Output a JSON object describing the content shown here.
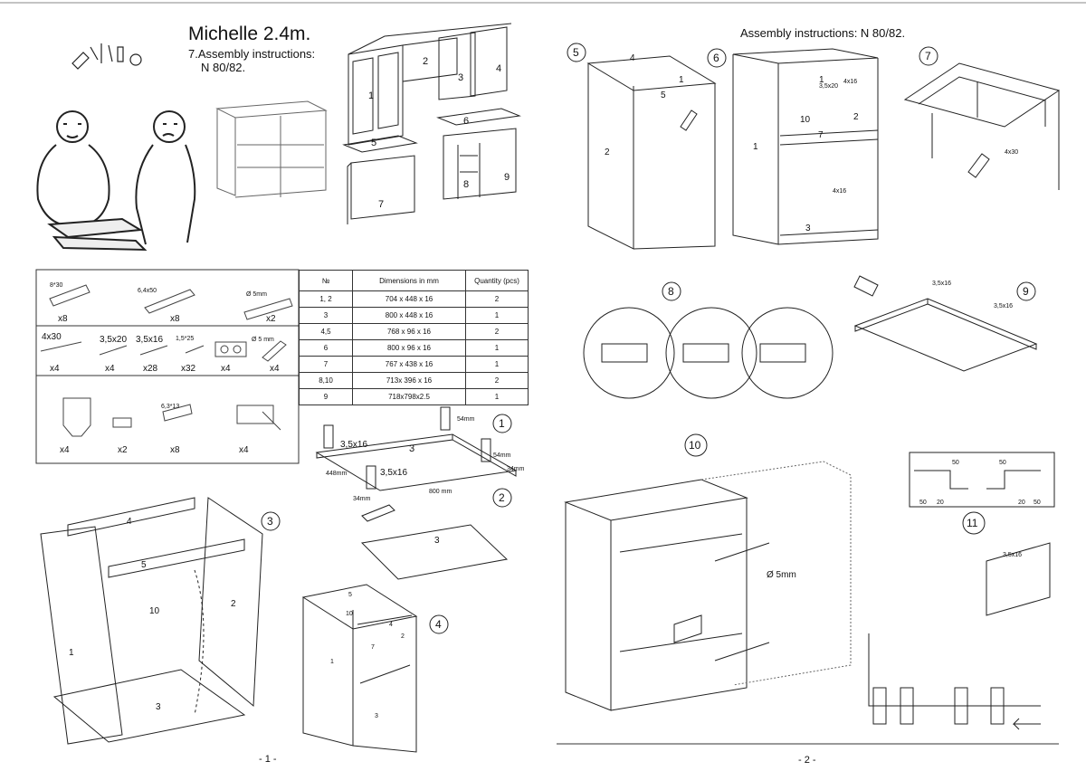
{
  "left": {
    "title": "Michelle 2.4m.",
    "subtitle_line1": "7.Assembly instructions:",
    "subtitle_line2": "N 80/82.",
    "page": "- 1 -"
  },
  "right": {
    "title": "Assembly instructions: N 80/82.",
    "page": "- 2 -"
  },
  "cabinet_labels": [
    "1",
    "2",
    "3",
    "4",
    "5",
    "6",
    "7",
    "8",
    "9"
  ],
  "hardware": {
    "row1": [
      {
        "spec": "8*30",
        "qty": "x8"
      },
      {
        "spec": "6,4x50",
        "qty": "x8"
      },
      {
        "spec": "Ø 5mm",
        "qty": "x2"
      }
    ],
    "row2": [
      {
        "spec": "4x30",
        "qty": "x4"
      },
      {
        "spec": "3,5x20",
        "qty": "x4"
      },
      {
        "spec": "3,5x16",
        "qty": "x28"
      },
      {
        "spec": "1,5*25",
        "qty": "x32"
      },
      {
        "spec": "",
        "qty": "x4"
      },
      {
        "spec": "Ø 5 mm",
        "qty": "x4"
      }
    ],
    "row3": [
      {
        "spec": "",
        "qty": "x4"
      },
      {
        "spec": "",
        "qty": "x2"
      },
      {
        "spec": "6,3*13",
        "qty": "x8"
      },
      {
        "spec": "",
        "qty": "x4"
      }
    ]
  },
  "dims_table": {
    "headers": [
      "№",
      "Dimensions in mm",
      "Quantity  (pcs)"
    ],
    "rows": [
      [
        "1, 2",
        "704 x 448 x 16",
        "2"
      ],
      [
        "3",
        "800 x 448 x 16",
        "1"
      ],
      [
        "4,5",
        "768 x 96 x 16",
        "2"
      ],
      [
        "6",
        "800 x 96 x 16",
        "1"
      ],
      [
        "7",
        "767 x 438 x 16",
        "1"
      ],
      [
        "8,10",
        "713x 396 x 16",
        "2"
      ],
      [
        "9",
        "718x798x2.5",
        "1"
      ]
    ]
  },
  "steps": {
    "s1": "1",
    "s2": "2",
    "s3": "3",
    "s4": "4",
    "s5": "5",
    "s6": "6",
    "s7": "7",
    "s8": "8",
    "s9": "9",
    "s10": "10",
    "s11": "11"
  },
  "step1": {
    "screw_a": "3,5x16",
    "screw_b": "3,5x16",
    "panel": "3",
    "d54a": "54mm",
    "d54b": "54mm",
    "d34a": "34mm",
    "d34b": "34mm",
    "d448": "448mm",
    "d800": "800 mm"
  },
  "step2": {
    "panel": "3"
  },
  "step3": {
    "p4": "4",
    "p5": "5",
    "p10": "10",
    "p1": "1",
    "p2": "2",
    "p3": "3"
  },
  "step4": {
    "p5": "5",
    "p10": "10",
    "p4": "4",
    "p2": "2",
    "p7": "7",
    "p1": "1",
    "p3": "3"
  },
  "step5": {
    "p4": "4",
    "p5": "5",
    "p2": "2",
    "p1": "1"
  },
  "step6": {
    "p1a": "1",
    "p10": "10",
    "p2": "2",
    "p7": "7",
    "p1b": "1",
    "p3": "3",
    "s1": "3,5x20",
    "s2": "4x16",
    "s3": "4x16"
  },
  "step7": {
    "screw": "4x30"
  },
  "step9": {
    "s1": "3,5x16",
    "s2": "3,5x16"
  },
  "step10": {
    "hole": "Ø  5mm"
  },
  "step11": {
    "screw": "3,5x16",
    "m50a": "50",
    "m20a": "20",
    "m20b": "20",
    "m50b": "50",
    "m50c": "50",
    "m50d": "50"
  }
}
